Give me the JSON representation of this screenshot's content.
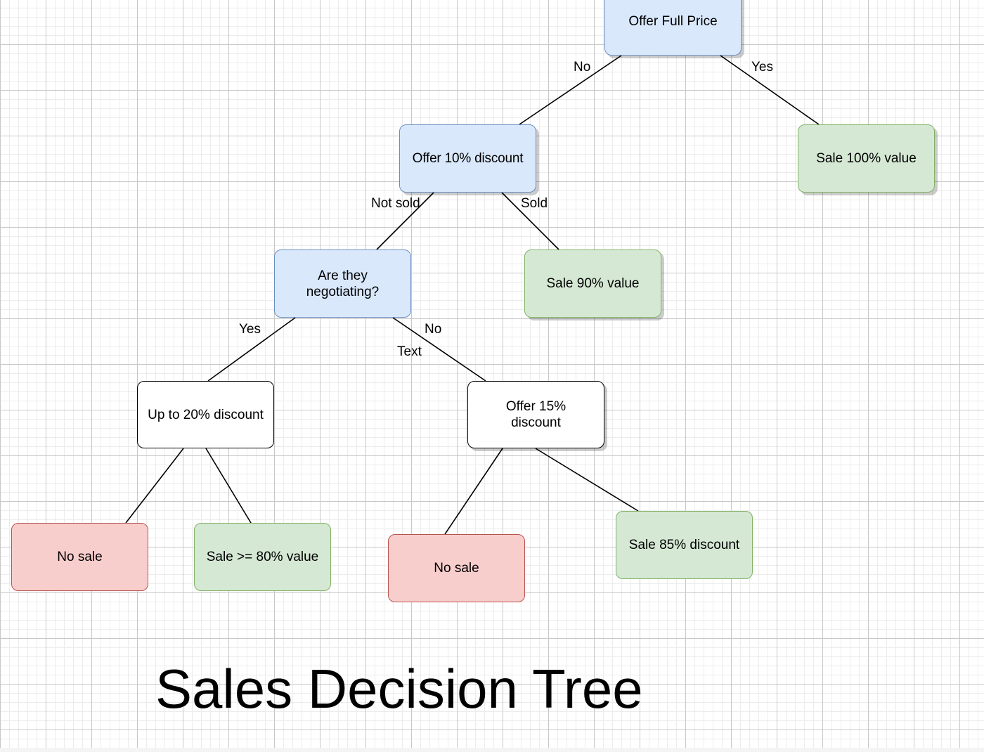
{
  "title": "Sales Decision Tree",
  "colors": {
    "decision_fill": "#dae8fc",
    "decision_border": "#6c8ebf",
    "success_fill": "#d5e8d4",
    "success_border": "#82b366",
    "failure_fill": "#f8cecc",
    "failure_border": "#b85450",
    "action_fill": "#ffffff",
    "grid_line": "#c8c8c8"
  },
  "nodes": {
    "offer_full_price": "Offer Full Price",
    "sale_100": "Sale 100% value",
    "offer_10": "Offer 10% discount",
    "sale_90": "Sale 90% value",
    "negotiating": "Are they\nnegotiating?",
    "up_to_20": "Up to 20% discount",
    "offer_15": "Offer 15%\ndiscount",
    "no_sale_left": "No sale",
    "sale_80": "Sale >= 80% value",
    "no_sale_mid": "No sale",
    "sale_85": "Sale 85% discount"
  },
  "edge_labels": {
    "full_no": "No",
    "full_yes": "Yes",
    "ten_not_sold": "Not sold",
    "ten_sold": "Sold",
    "neg_yes": "Yes",
    "neg_no": "No",
    "neg_no_extra": "Text"
  }
}
